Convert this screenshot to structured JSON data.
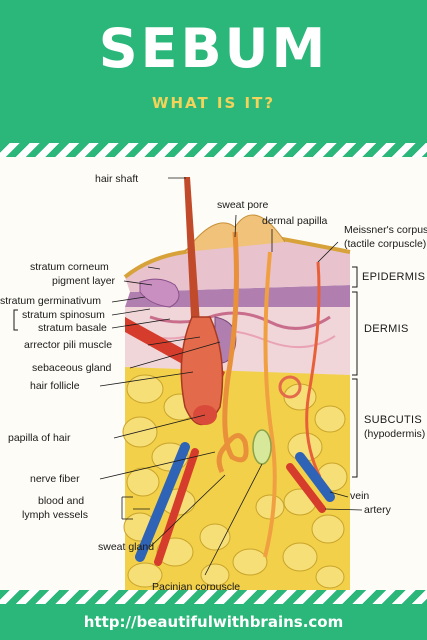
{
  "header": {
    "title": "SEBUM",
    "subtitle": "WHAT IS IT?"
  },
  "diagram": {
    "labels": {
      "hair_shaft": "hair shaft",
      "sweat_pore": "sweat pore",
      "dermal_papilla": "dermal papilla",
      "meissners": "Meissner's corpuscle",
      "tactile": "(tactile corpuscle)",
      "stratum_corneum": "stratum corneum",
      "pigment_layer": "pigment layer",
      "stratum_germinativum": "stratum germinativum",
      "stratum_spinosum": "stratum spinosum",
      "stratum_basale": "stratum basale",
      "arrector_pili": "arrector pili muscle",
      "sebaceous_gland": "sebaceous gland",
      "hair_follicle": "hair follicle",
      "papilla_of_hair": "papilla of hair",
      "nerve_fiber": "nerve fiber",
      "blood_lymph_1": "blood and",
      "blood_lymph_2": "lymph vessels",
      "sweat_gland": "sweat gland",
      "pacinian": "Pacinian corpuscle",
      "epidermis": "EPIDERMIS",
      "dermis": "DERMIS",
      "subcutis": "SUBCUTIS",
      "hypodermis": "(hypodermis)",
      "vein": "vein",
      "artery": "artery"
    }
  },
  "footer": {
    "url": "http://beautifulwithbrains.com"
  },
  "colors": {
    "brand_green": "#2bb77a",
    "subtitle_yellow": "#f3d35a",
    "epidermis_pink": "#e8c2cc",
    "dermis_purple": "#b07fb0",
    "fat_yellow": "#f2d04a",
    "artery_red": "#d63c2c",
    "vein_blue": "#2f63b6"
  }
}
